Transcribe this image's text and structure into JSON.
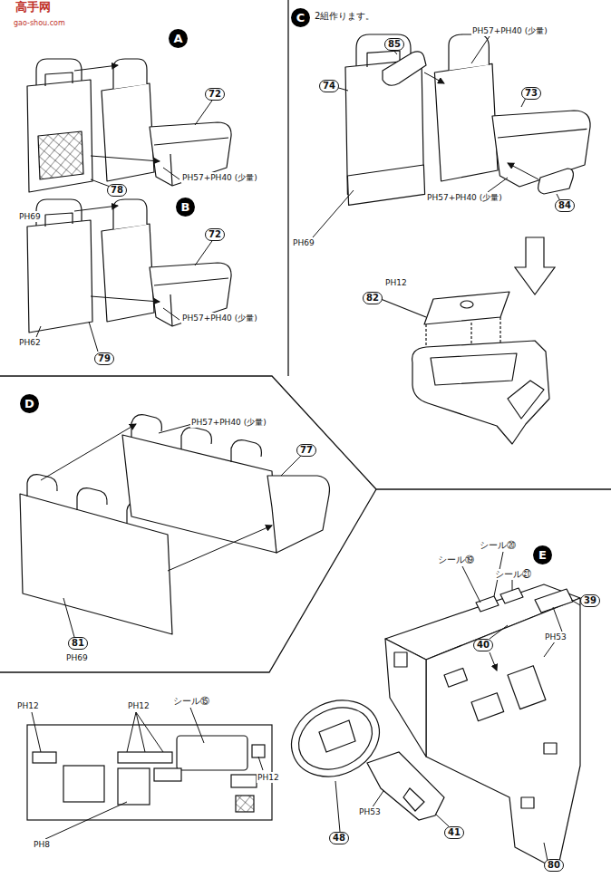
{
  "diagram": {
    "nodes": [
      {
        "text": [
          "A"
        ]
      },
      {
        "text": [
          "B"
        ]
      },
      {
        "text": [
          "C"
        ]
      },
      {
        "text": [
          "D"
        ]
      },
      {
        "text": [
          "E"
        ]
      }
    ],
    "labels": [
      "高手网",
      "gao-shou.com",
      "72",
      "78",
      "PH69",
      "PH57+PH40 (少量)",
      "72",
      "PH62",
      "79",
      "PH57+PH40 (少量)",
      "2組作ります。",
      "85",
      "PH57+PH40 (少量)",
      "74",
      "73",
      "PH57+PH40 (少量)",
      "84",
      "PH69",
      "82",
      "PH12",
      "PH57+PH40 (少量)",
      "77",
      "81",
      "PH69",
      "シール⑲",
      "シール⑳",
      "シール㉑",
      "39",
      "40",
      "PH53",
      "48",
      "PH53",
      "41",
      "80",
      "PH12",
      "PH12",
      "シール⑮",
      "PH12",
      "PH8"
    ]
  }
}
